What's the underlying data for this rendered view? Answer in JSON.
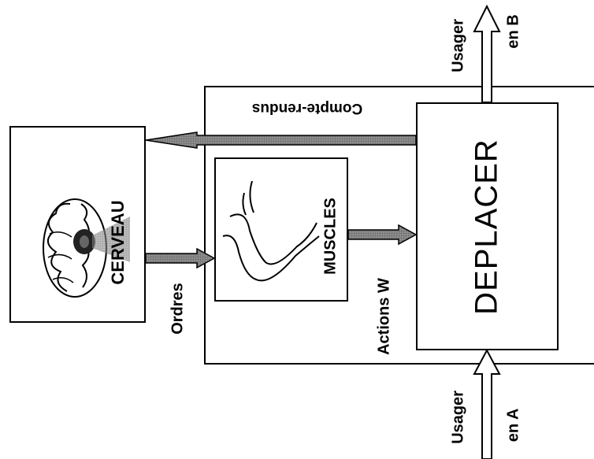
{
  "nodes": {
    "cerveau": "CERVEAU",
    "muscles": "MUSCLES",
    "deplacer": "DEPLACER"
  },
  "arrows": {
    "ordres": "Ordres",
    "actions": "Actions W",
    "compte_rendus": "Compte-rendus",
    "usager_a_line1": "Usager",
    "usager_a_line2": "en A",
    "usager_b_line1": "Usager",
    "usager_b_line2": "en B"
  },
  "colors": {
    "stroke": "#000000",
    "arrow_fill": "#555555"
  },
  "icons": {
    "brain": "brain-icon",
    "arm": "arm-icon"
  }
}
